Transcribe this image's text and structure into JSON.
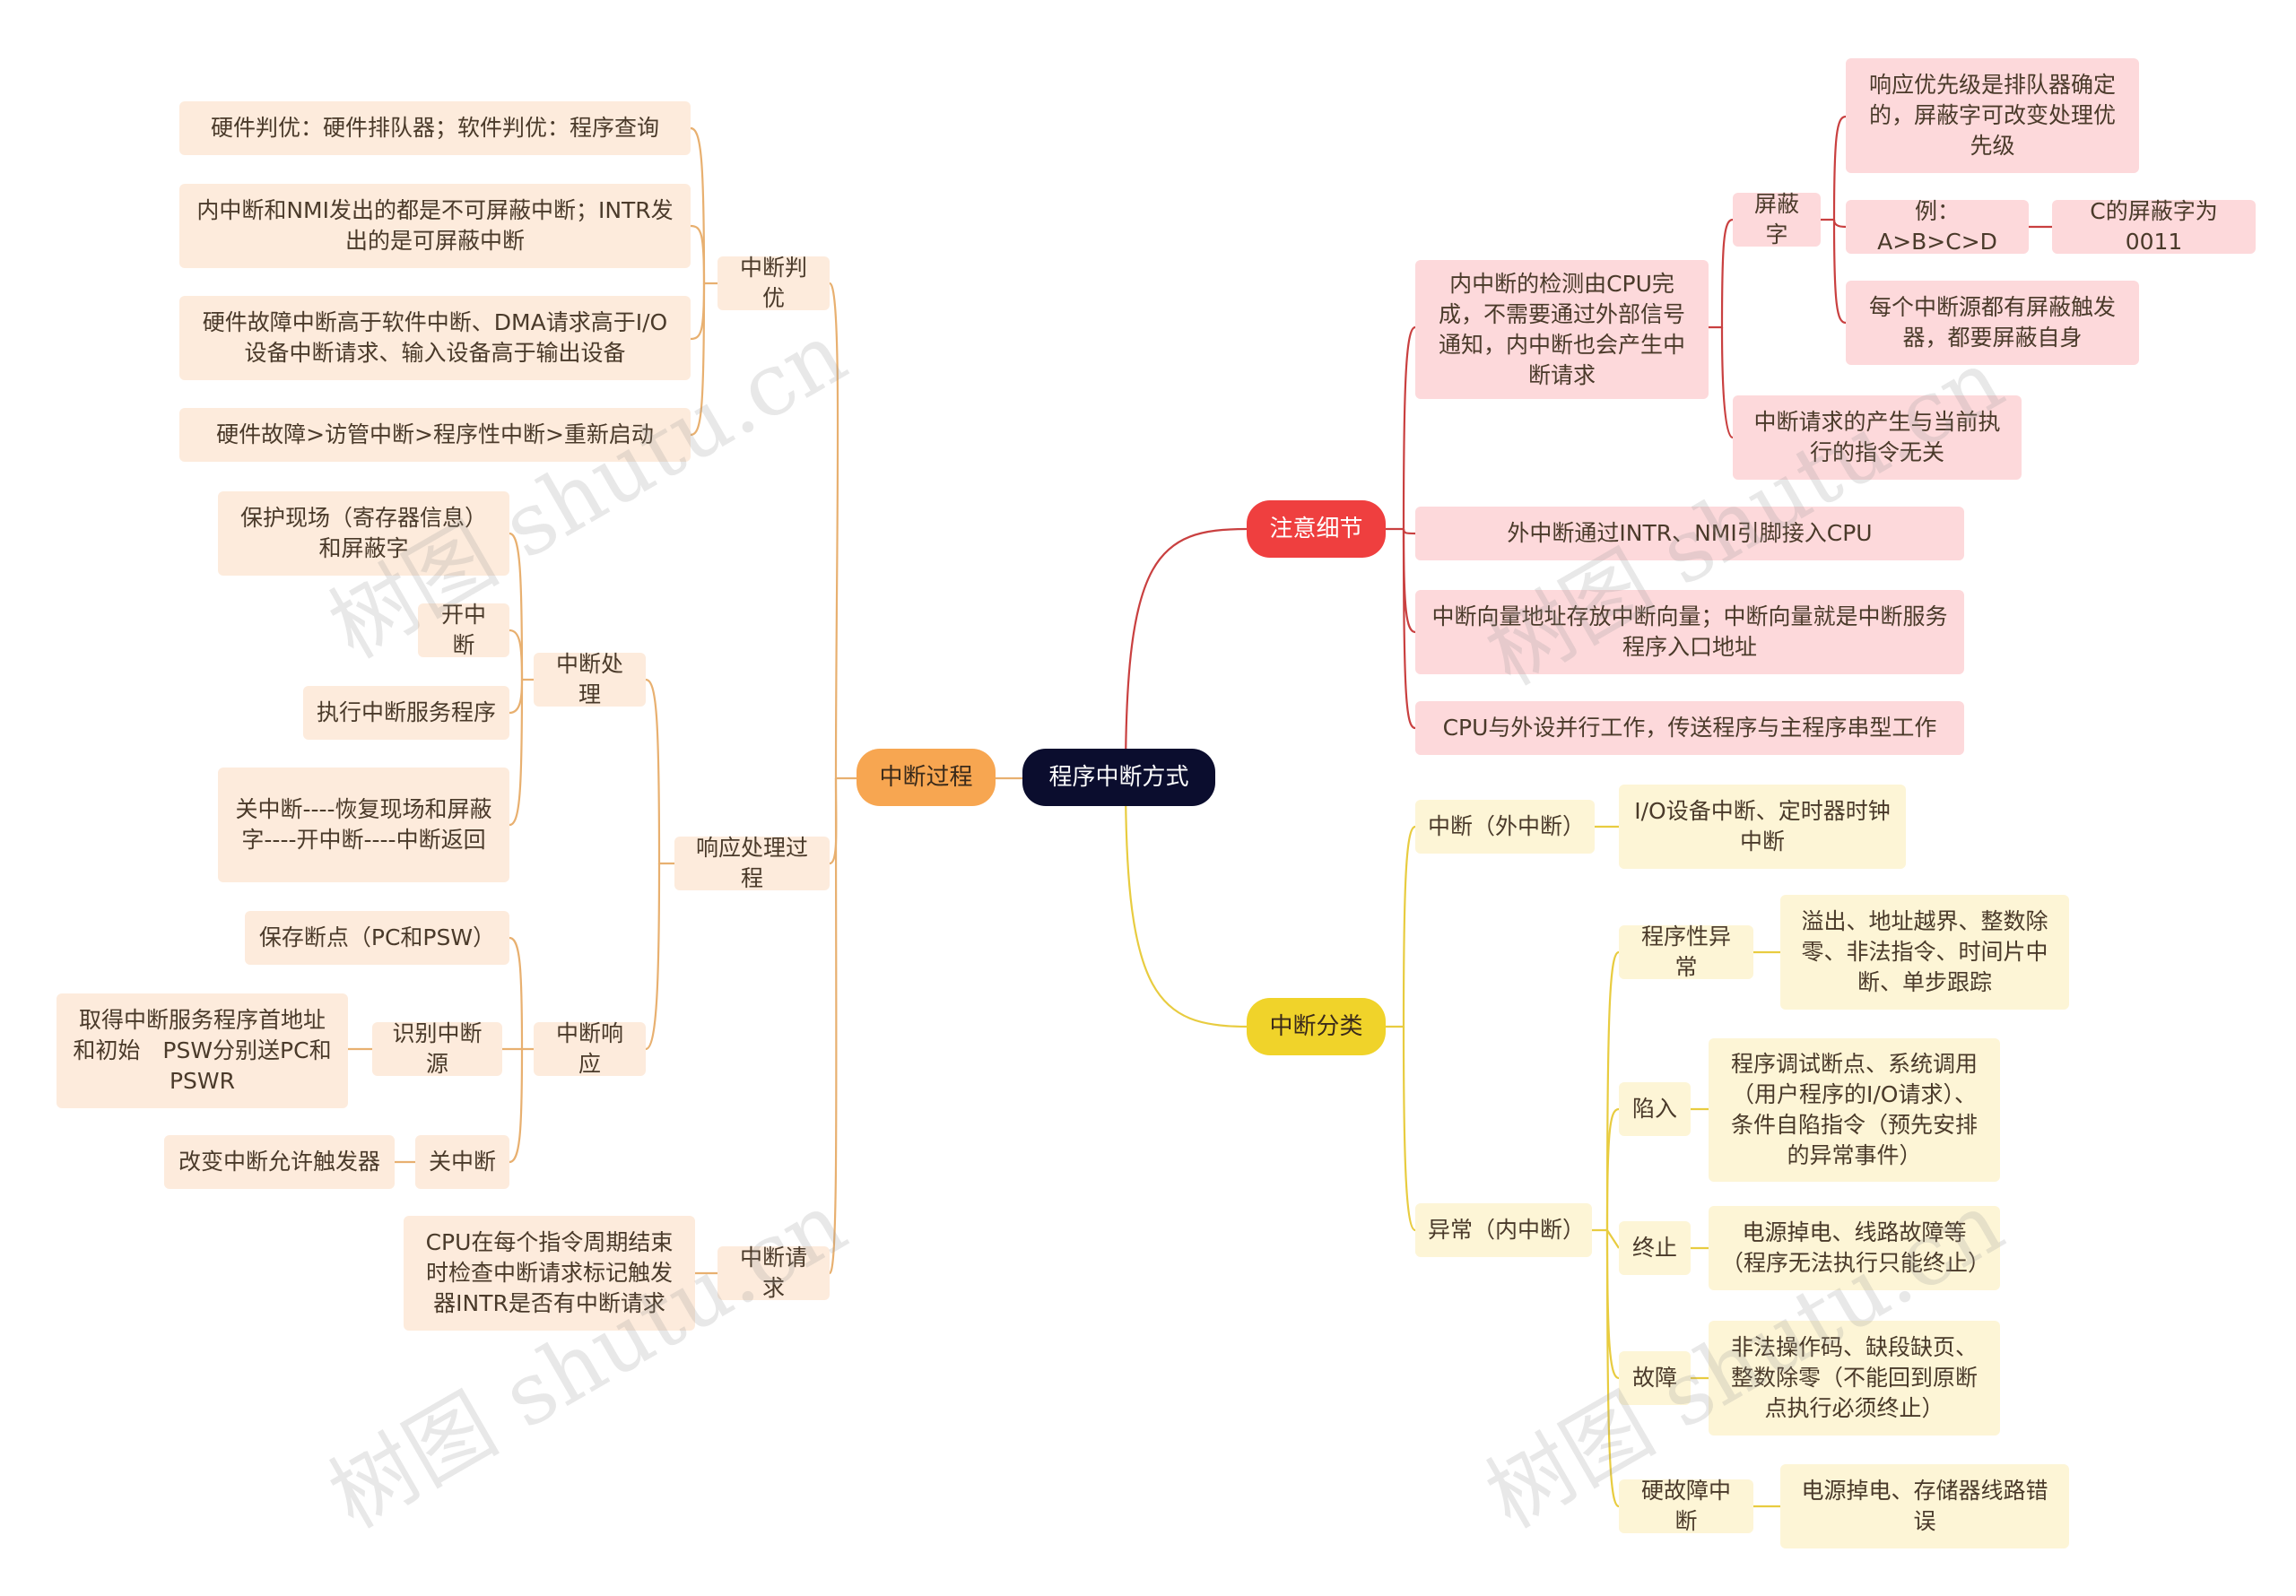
{
  "root": "程序中断方式",
  "process": {
    "label": "中断过程",
    "judge": {
      "label": "中断判优",
      "items": [
        "硬件判优：硬件排队器；软件判优：程序查询",
        "内中断和NMI发出的都是不可屏蔽中断；INTR发出的是可屏蔽中断",
        "硬件故障中断高于软件中断、DMA请求高于I/O设备中断请求、输入设备高于输出设备",
        "硬件故障>访管中断>程序性中断>重新启动"
      ]
    },
    "response_process": {
      "label": "响应处理过程",
      "handling": {
        "label": "中断处理",
        "items": [
          "保护现场（寄存器信息）和屏蔽字",
          "开中断",
          "执行中断服务程序",
          "关中断----恢复现场和屏蔽字----开中断----中断返回"
        ]
      },
      "response": {
        "label": "中断响应",
        "save": "保存断点（PC和PSW）",
        "identify": {
          "label": "识别中断源",
          "detail": "取得中断服务程序首地址和初始　PSW分别送PC和PSWR"
        },
        "close": {
          "label": "关中断",
          "detail": "改变中断允许触发器"
        }
      }
    },
    "request": {
      "label": "中断请求",
      "detail": "CPU在每个指令周期结束时检查中断请求标记触发器INTR是否有中断请求"
    }
  },
  "notes": {
    "label": "注意细节",
    "inner": {
      "label": "内中断的检测由CPU完成，不需要通过外部信号通知，内中断也会产生中断请求",
      "mask": {
        "label": "屏蔽字",
        "priority": "响应优先级是排队器确定的，屏蔽字可改变处理优先级",
        "example": "例：A>B>C>D",
        "example_result": "C的屏蔽字为0011",
        "self_mask": "每个中断源都有屏蔽触发器，都要屏蔽自身"
      },
      "unrelated": "中断请求的产生与当前执行的指令无关"
    },
    "external": "外中断通过INTR、NMI引脚接入CPU",
    "vector": "中断向量地址存放中断向量；中断向量就是中断服务程序入口地址",
    "parallel": "CPU与外设并行工作，传送程序与主程序串型工作"
  },
  "classify": {
    "label": "中断分类",
    "outer": {
      "label": "中断（外中断）",
      "detail": "I/O设备中断、定时器时钟中断"
    },
    "exception": {
      "label": "异常（内中断）",
      "program": {
        "label": "程序性异常",
        "detail": "溢出、地址越界、整数除零、非法指令、时间片中断、单步跟踪"
      },
      "trap": {
        "label": "陷入",
        "detail": "程序调试断点、系统调用（用户程序的I/O请求）、条件自陷指令（预先安排的异常事件）"
      },
      "abort": {
        "label": "终止",
        "detail": "电源掉电、线路故障等（程序无法执行只能终止）"
      },
      "fault": {
        "label": "故障",
        "detail": "非法操作码、缺段缺页、整数除零（不能回到原断点执行必须终止）"
      },
      "hardware": {
        "label": "硬故障中断",
        "detail": "电源掉电、存储器线路错误"
      }
    }
  },
  "watermark": "树图 shutu.cn",
  "colors": {
    "process": "#f7a651",
    "notes": "#ef3f3f",
    "classify": "#f0d32a",
    "root": "#0b0d2e"
  }
}
